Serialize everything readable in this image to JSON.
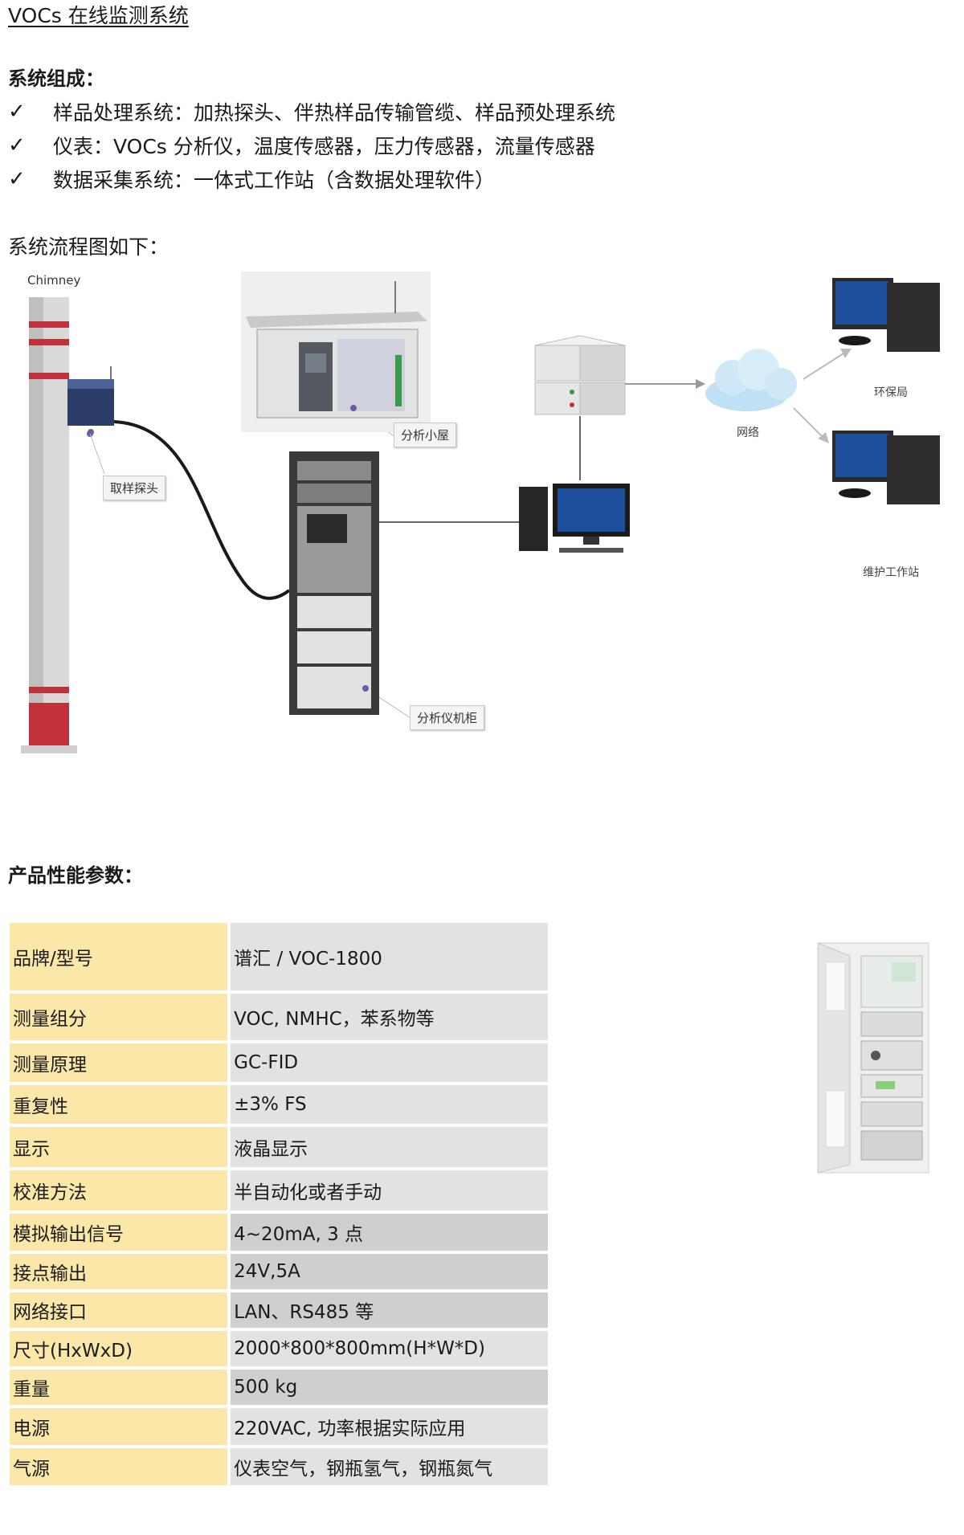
{
  "title": "VOCs 在线监测系统",
  "composition": {
    "heading": "系统组成：",
    "items": [
      "样品处理系统：加热探头、伴热样品传输管缆、样品预处理系统",
      "仪表：VOCs 分析仪，温度传感器，压力传感器，流量传感器",
      "数据采集系统：一体式工作站（含数据处理软件）"
    ],
    "check_glyph": "✓"
  },
  "flow": {
    "heading": "系统流程图如下：",
    "labels": {
      "chimney": "Chimney",
      "probe": "取样探头",
      "shelter": "分析小屋",
      "cabinet": "分析仪机柜",
      "network": "网络",
      "epa": "环保局",
      "maintenance": "维护工作站"
    },
    "icons": [
      "chimney-icon",
      "sampling-probe-icon",
      "analysis-shelter-icon",
      "analyzer-cabinet-icon",
      "server-icon",
      "workstation-icon",
      "cloud-icon",
      "computer-icon"
    ]
  },
  "specs": {
    "heading": "产品性能参数：",
    "rows": [
      {
        "key": "品牌/型号",
        "value": "谱汇 / VOC-1800"
      },
      {
        "key": "测量组分",
        "value": "VOC, NMHC，苯系物等"
      },
      {
        "key": "测量原理",
        "value": "GC-FID"
      },
      {
        "key": "重复性",
        "value": "±3% FS"
      },
      {
        "key": "显示",
        "value": "液晶显示"
      },
      {
        "key": "校准方法",
        "value": "半自动化或者手动"
      },
      {
        "key": "模拟输出信号",
        "value": "4~20mA, 3 点"
      },
      {
        "key": "接点输出",
        "value": "24V,5A"
      },
      {
        "key": "网络接口",
        "value": "LAN、RS485 等"
      },
      {
        "key": "尺寸(HxWxD)",
        "value": "2000*800*800mm(H*W*D)"
      },
      {
        "key": "重量",
        "value": "500 kg"
      },
      {
        "key": "电源",
        "value": "220VAC, 功率根据实际应用"
      },
      {
        "key": "气源",
        "value": "仪表空气，钢瓶氢气，钢瓶氮气"
      }
    ]
  },
  "colors": {
    "key_bg": "#fbe8a8",
    "value_bg": "#e2e2e2",
    "value_bg_alt": "#cfcfcf",
    "chimney_red": "#c0313a",
    "screen_blue": "#1c4f9c"
  }
}
